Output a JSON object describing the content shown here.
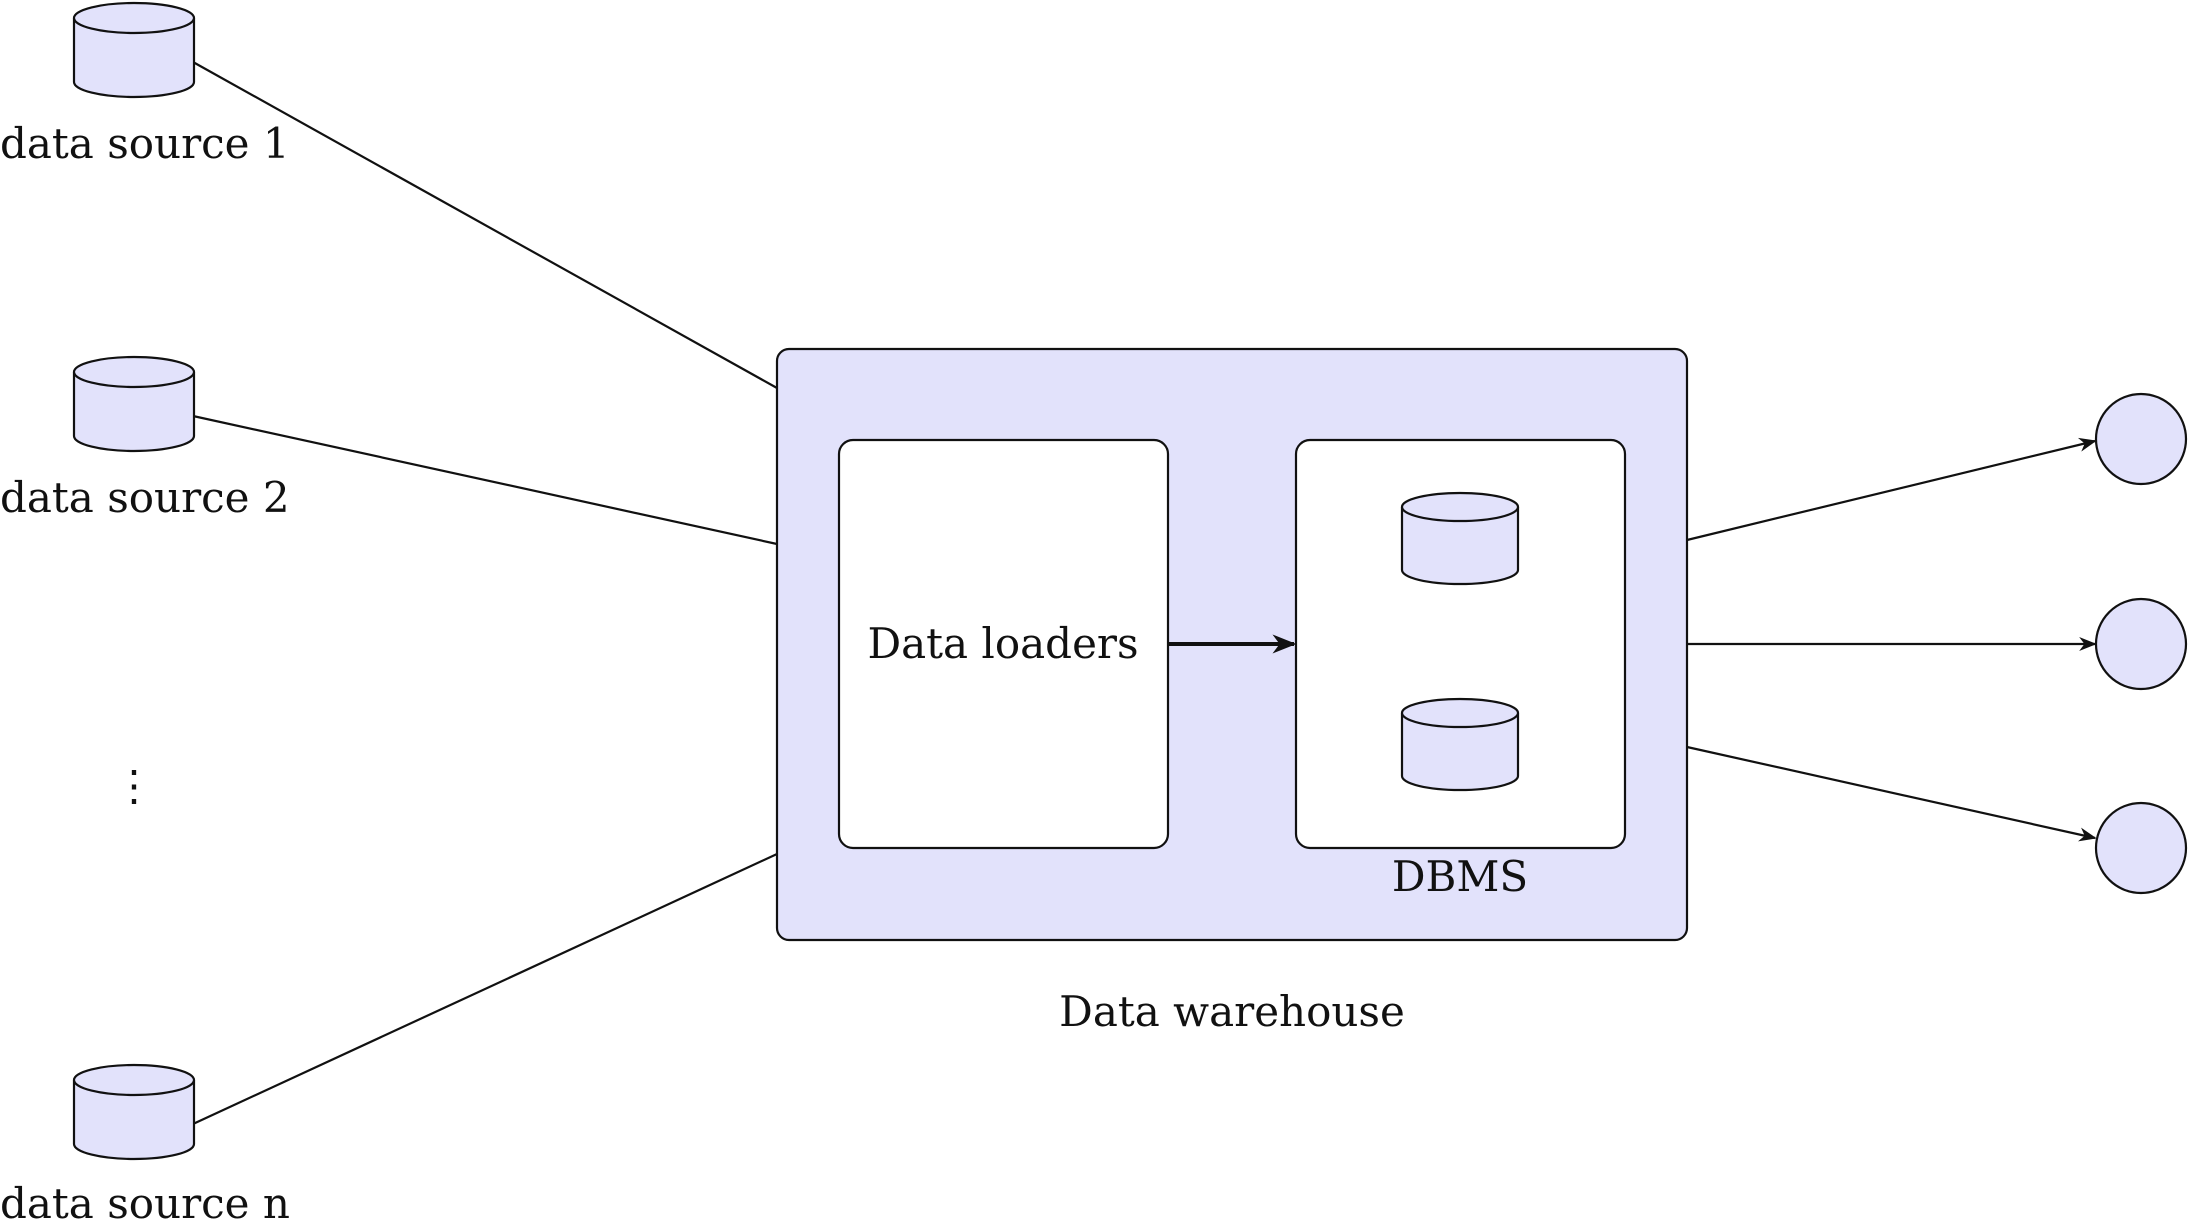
{
  "colors": {
    "fill": "#e2e2fb",
    "inner_box": "#ffffff",
    "stroke": "#111111"
  },
  "sources": [
    {
      "label": "data source 1",
      "icon": "database-cylinder-icon"
    },
    {
      "label": "data source 2",
      "icon": "database-cylinder-icon"
    },
    {
      "label": "⋮",
      "icon": "vertical-ellipsis"
    },
    {
      "label": "data source n",
      "icon": "database-cylinder-icon"
    }
  ],
  "warehouse": {
    "label": "Data warehouse",
    "loaders_label": "Data loaders",
    "dbms_label": "DBMS"
  },
  "outputs": [
    {
      "icon": "circle-node"
    },
    {
      "icon": "circle-node"
    },
    {
      "icon": "circle-node"
    }
  ]
}
